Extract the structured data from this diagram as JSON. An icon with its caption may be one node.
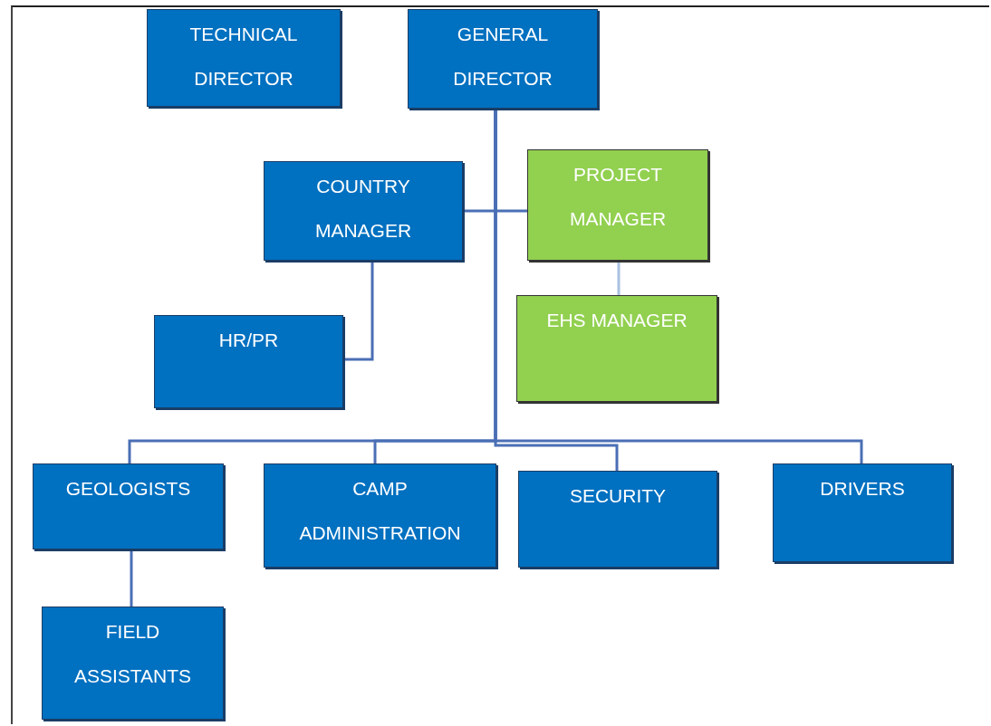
{
  "diagram": {
    "nodes": [
      {
        "text": [
          "TECHNICAL DIRECTOR"
        ]
      },
      {
        "text": [
          "GENERAL DIRECTOR"
        ]
      },
      {
        "text": [
          "COUNTRY MANAGER"
        ]
      },
      {
        "text": [
          "PROJECT MANAGER"
        ]
      },
      {
        "text": [
          "HR/PR"
        ]
      },
      {
        "text": [
          "EHS MANAGER"
        ]
      },
      {
        "text": [
          "GEOLOGISTS"
        ]
      },
      {
        "text": [
          "CAMP ADMINISTRATION"
        ]
      },
      {
        "text": [
          "SECURITY"
        ]
      },
      {
        "text": [
          "DRIVERS"
        ]
      },
      {
        "text": [
          "FIELD ASSISTANTS"
        ]
      }
    ],
    "edges": [
      {
        "from": 1,
        "to": 2,
        "arrow": "none"
      },
      {
        "from": 1,
        "to": 3,
        "arrow": "none"
      },
      {
        "from": 2,
        "to": 4,
        "arrow": "none"
      },
      {
        "from": 3,
        "to": 5,
        "arrow": "none",
        "color": "#a9c0e0"
      },
      {
        "from": 1,
        "to": 6,
        "arrow": "none"
      },
      {
        "from": 1,
        "to": 7,
        "arrow": "none"
      },
      {
        "from": 1,
        "to": 8,
        "arrow": "none"
      },
      {
        "from": 1,
        "to": 9,
        "arrow": "none"
      },
      {
        "from": 6,
        "to": 10,
        "arrow": "none"
      }
    ]
  }
}
